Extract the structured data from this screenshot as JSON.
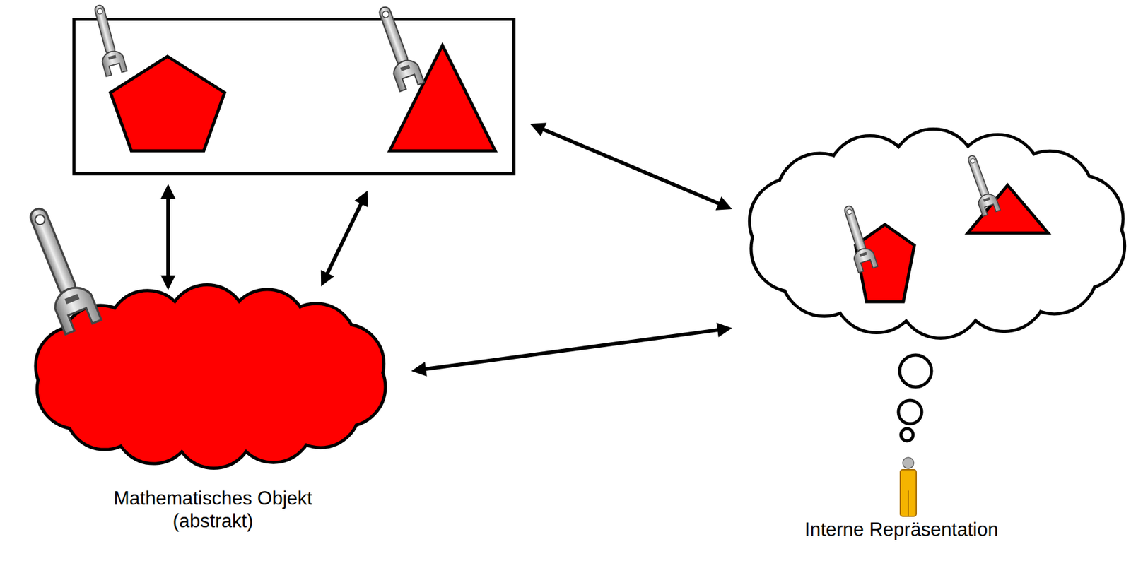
{
  "diagram": {
    "nodes": [
      {
        "text": []
      },
      {
        "text": [],
        "in": 0
      },
      {
        "text": [],
        "in": 0
      },
      {
        "text": [
          "Mathematisches Objekt (abstrakt)"
        ]
      },
      {
        "text": [
          "Interne Repräsentation"
        ]
      }
    ],
    "edges": [
      {
        "from": 1,
        "to": 2,
        "arrow": "both"
      },
      {
        "from": 0,
        "to": 3,
        "arrow": "both"
      },
      {
        "from": 3,
        "to": 0,
        "arrow": "both"
      },
      {
        "from": 0,
        "to": 4,
        "arrow": "both"
      },
      {
        "from": 3,
        "to": 4,
        "arrow": "both"
      }
    ]
  }
}
